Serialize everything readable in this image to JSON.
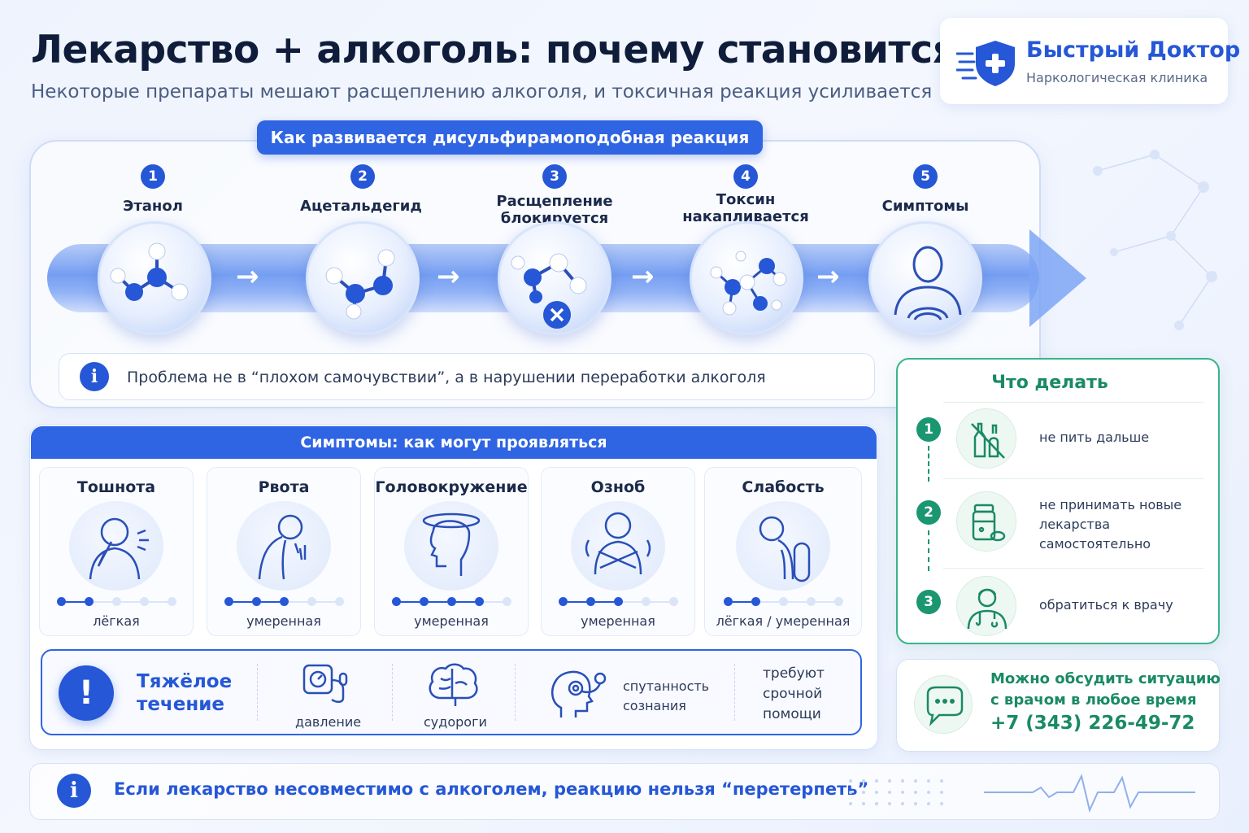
{
  "header": {
    "title": "Лекарство + алкоголь: почему становится плохо",
    "subtitle": "Некоторые препараты мешают расщеплению алкоголя, и токсичная реакция усиливается"
  },
  "brand": {
    "name": "Быстрый Доктор",
    "tagline": "Наркологическая клиника",
    "icon": "shield-cross-icon"
  },
  "pipeline": {
    "heading": "Как развивается дисульфирамоподобная реакция",
    "steps": [
      {
        "num": "1",
        "label": "Этанол",
        "icon": "molecule-icon"
      },
      {
        "num": "2",
        "label": "Ацетальдегид",
        "icon": "molecule-icon"
      },
      {
        "num": "3",
        "label": "Расщепление блокируется",
        "icon": "molecule-blocked-icon"
      },
      {
        "num": "4",
        "label": "Токсин накапливается",
        "icon": "molecule-cluster-icon"
      },
      {
        "num": "5",
        "label": "Симптомы",
        "icon": "person-icon"
      }
    ],
    "note": "Проблема не в “плохом самочувствии”, а в нарушении переработки алкоголя"
  },
  "symptoms": {
    "heading": "Симптомы: как могут проявляться",
    "items": [
      {
        "name": "Тошнота",
        "level": "лёгкая",
        "level_value": 2,
        "level_max": 5,
        "icon": "nausea-icon"
      },
      {
        "name": "Рвота",
        "level": "умеренная",
        "level_value": 3,
        "level_max": 5,
        "icon": "vomiting-icon"
      },
      {
        "name": "Головокружение",
        "level": "умеренная",
        "level_value": 4,
        "level_max": 5,
        "icon": "dizziness-icon"
      },
      {
        "name": "Озноб",
        "level": "умеренная",
        "level_value": 3,
        "level_max": 5,
        "icon": "chills-icon"
      },
      {
        "name": "Слабость",
        "level": "лёгкая / умеренная",
        "level_value": 2,
        "level_max": 5,
        "icon": "weakness-icon"
      }
    ],
    "severe": {
      "title": "Тяжёлое течение",
      "items": [
        {
          "label": "давление",
          "icon": "blood-pressure-icon"
        },
        {
          "label": "судороги",
          "icon": "brain-icon"
        },
        {
          "label": "спутанность сознания",
          "icon": "confusion-icon"
        }
      ],
      "urgent": "требуют срочной помощи"
    }
  },
  "todo": {
    "heading": "Что делать",
    "items": [
      {
        "num": "1",
        "text": "не пить дальше",
        "icon": "no-alcohol-icon"
      },
      {
        "num": "2",
        "text": "не принимать новые лекарства самостоятельно",
        "icon": "pill-bottle-icon"
      },
      {
        "num": "3",
        "text": "обратиться к врачу",
        "icon": "doctor-icon"
      }
    ]
  },
  "contact": {
    "text_line1": "Можно обсудить ситуацию",
    "text_line2": "с врачом в любое время",
    "phone": "+7 (343) 226-49-72",
    "icon": "chat-icon"
  },
  "footer": {
    "text": "Если лекарство несовместимо с алкоголем, реакцию нельзя “перетерпеть”"
  },
  "colors": {
    "primary": "#2557d6",
    "header_bar": "#2f64e3",
    "green": "#1a8a66",
    "background": "#eef3fd"
  }
}
